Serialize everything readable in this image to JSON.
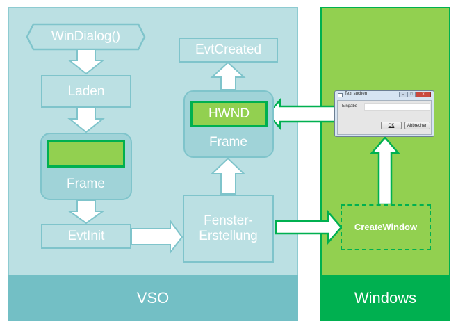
{
  "colors": {
    "vso_fill": "#bbe0e3",
    "vso_border": "#7fc4cb",
    "vso_footer": "#73bfc5",
    "frame_fill": "#a0d3d8",
    "win_fill": "#92d050",
    "win_border": "#00b050",
    "win_footer": "#00b050",
    "text": "#ffffff"
  },
  "vso": {
    "footer_label": "VSO",
    "start_node": "WinDialog()",
    "load_node": "Laden",
    "frame_left_label": "Frame",
    "evt_init": "EvtInit",
    "window_creation": [
      "Fenster-",
      "Erstellung"
    ],
    "frame_right_label": "Frame",
    "hwnd": "HWND",
    "evt_created": "EvtCreated"
  },
  "windows": {
    "footer_label": "Windows",
    "create_window": "CreateWindow",
    "dialog": {
      "title": "Text suchen",
      "field_label": "Eingabe",
      "field_value": "",
      "ok_button": "OK",
      "cancel_button": "Abbrechen"
    }
  }
}
